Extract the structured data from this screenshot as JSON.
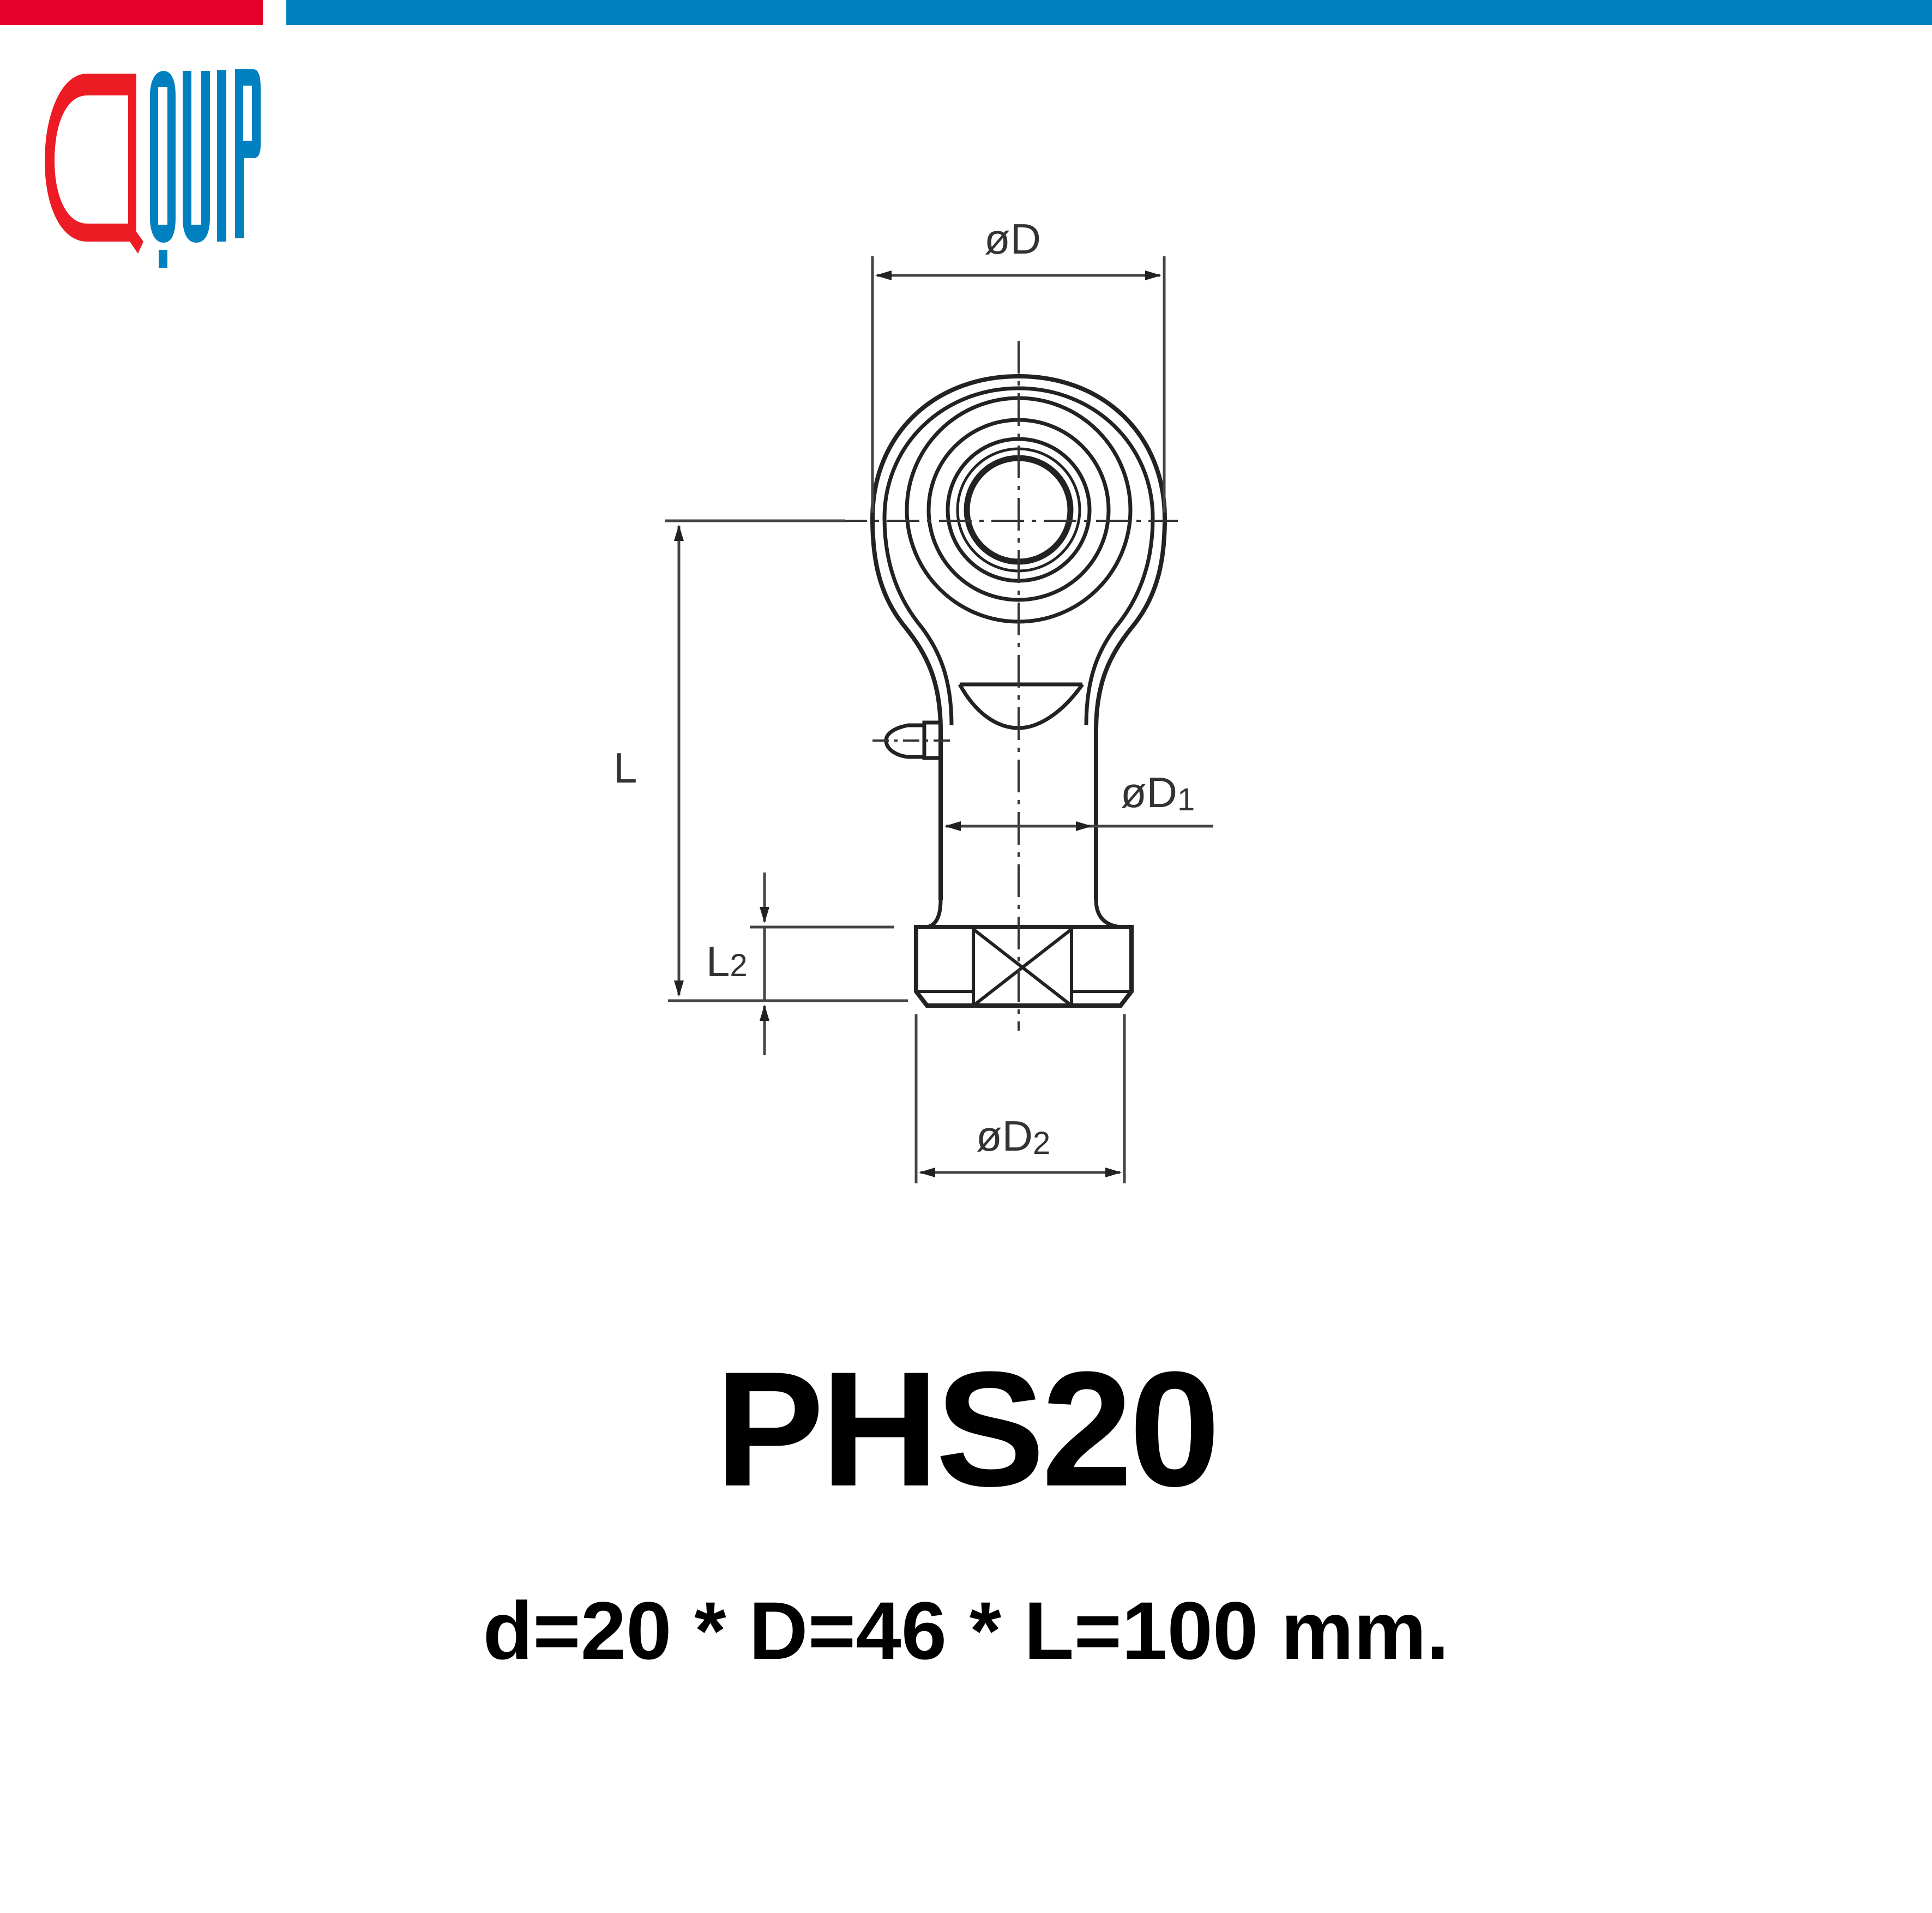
{
  "brand": {
    "logo_text_red": "Q",
    "logo_text_blue": "UIP",
    "colors": {
      "red": "#E4002B",
      "red_logo": "#ED1C24",
      "blue": "#0080BE"
    }
  },
  "drawing": {
    "subject": "rod end (female thread) with grease nipple",
    "labels": {
      "outer_diameter": "øD",
      "body_diameter": "øD",
      "body_diameter_sub": "1",
      "thread_diameter": "øD",
      "thread_diameter_sub": "2",
      "length": "L",
      "thread_length": "L",
      "thread_length_sub": "2"
    },
    "line_color": "#222222"
  },
  "product": {
    "model": "PHS20",
    "spec_line": "d=20 * D=46 * L=100 mm."
  }
}
